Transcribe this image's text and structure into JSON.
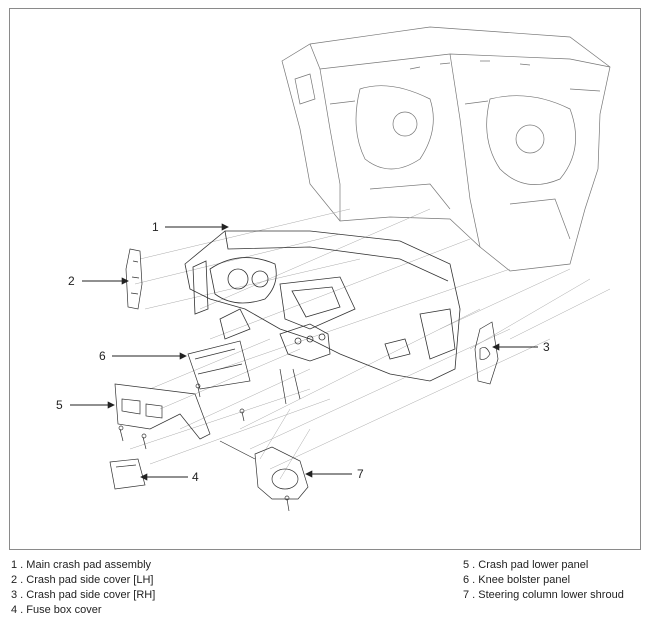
{
  "callouts": [
    {
      "num": "1"
    },
    {
      "num": "2"
    },
    {
      "num": "3"
    },
    {
      "num": "4"
    },
    {
      "num": "5"
    },
    {
      "num": "6"
    },
    {
      "num": "7"
    }
  ],
  "legend_left": [
    "1 . Main crash pad assembly",
    "2 . Crash pad side cover [LH]",
    "3 . Crash pad side cover [RH]",
    "4 . Fuse box cover"
  ],
  "legend_right": [
    "5 . Crash pad lower panel",
    "6 . Knee bolster panel",
    "7 . Steering column lower shroud"
  ]
}
